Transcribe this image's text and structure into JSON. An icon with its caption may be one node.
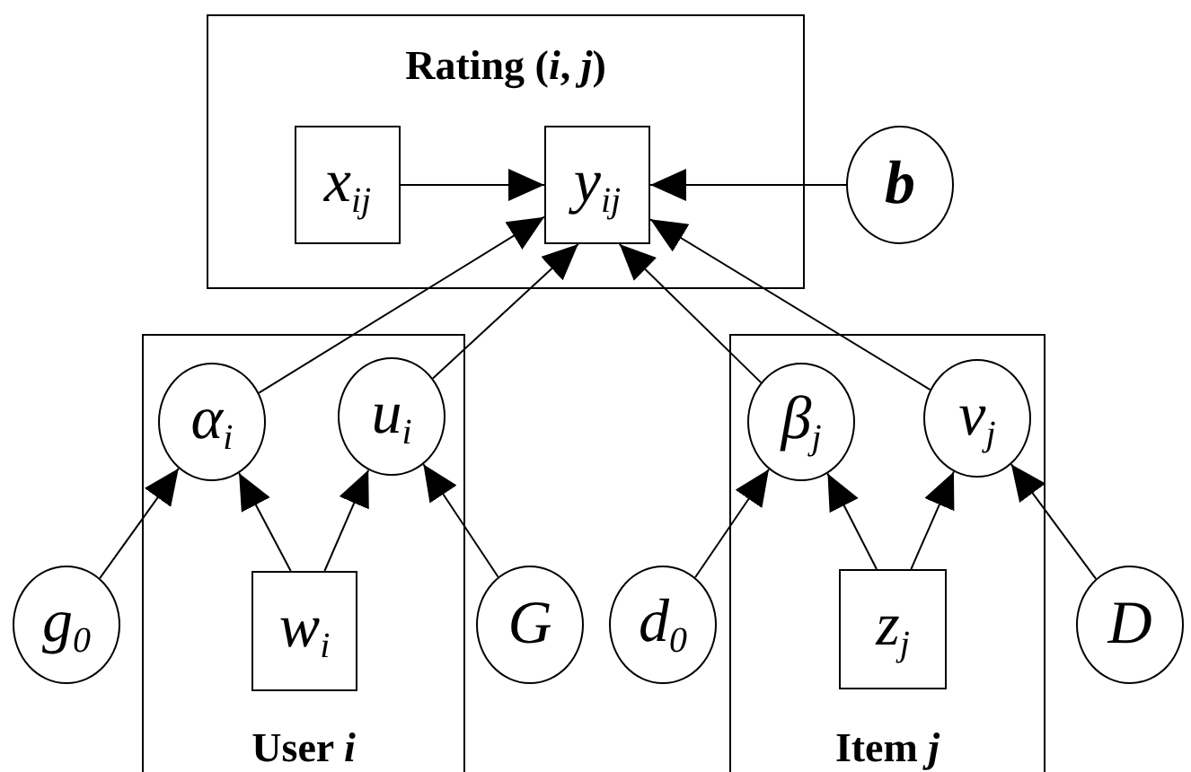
{
  "diagram": {
    "nodes": [
      {
        "text": [
          "Rating (*i*, *j*)"
        ]
      },
      {
        "text": [
          "x$_{ij}$"
        ],
        "in": 0
      },
      {
        "text": [
          "y$_{ij}$"
        ],
        "in": 0
      },
      {
        "text": [
          "b"
        ]
      },
      {
        "text": [
          "User *i*"
        ]
      },
      {
        "text": [
          "α$_{i}$"
        ],
        "in": 4
      },
      {
        "text": [
          "u$_{i}$"
        ],
        "in": 4
      },
      {
        "text": [
          "w$_{i}$"
        ],
        "in": 4
      },
      {
        "text": [
          "g$_{0}$"
        ]
      },
      {
        "text": [
          "G"
        ]
      },
      {
        "text": [
          "Item *j*"
        ]
      },
      {
        "text": [
          "β$_{j}$"
        ],
        "in": 10
      },
      {
        "text": [
          "v$_{j}$"
        ],
        "in": 10
      },
      {
        "text": [
          "z$_{j}$"
        ],
        "in": 10
      },
      {
        "text": [
          "d$_{0}$"
        ]
      },
      {
        "text": [
          "D"
        ]
      }
    ],
    "edges": [
      {
        "from": 1,
        "to": 2,
        "arrow": "to"
      },
      {
        "from": 3,
        "to": 2,
        "arrow": "to"
      },
      {
        "from": 5,
        "to": 2,
        "arrow": "to"
      },
      {
        "from": 6,
        "to": 2,
        "arrow": "to"
      },
      {
        "from": 11,
        "to": 2,
        "arrow": "to"
      },
      {
        "from": 12,
        "to": 2,
        "arrow": "to"
      },
      {
        "from": 8,
        "to": 5,
        "arrow": "to"
      },
      {
        "from": 7,
        "to": 5,
        "arrow": "to"
      },
      {
        "from": 7,
        "to": 6,
        "arrow": "to"
      },
      {
        "from": 9,
        "to": 6,
        "arrow": "to"
      },
      {
        "from": 14,
        "to": 11,
        "arrow": "to"
      },
      {
        "from": 13,
        "to": 11,
        "arrow": "to"
      },
      {
        "from": 13,
        "to": 12,
        "arrow": "to"
      },
      {
        "from": 15,
        "to": 12,
        "arrow": "to"
      }
    ]
  }
}
